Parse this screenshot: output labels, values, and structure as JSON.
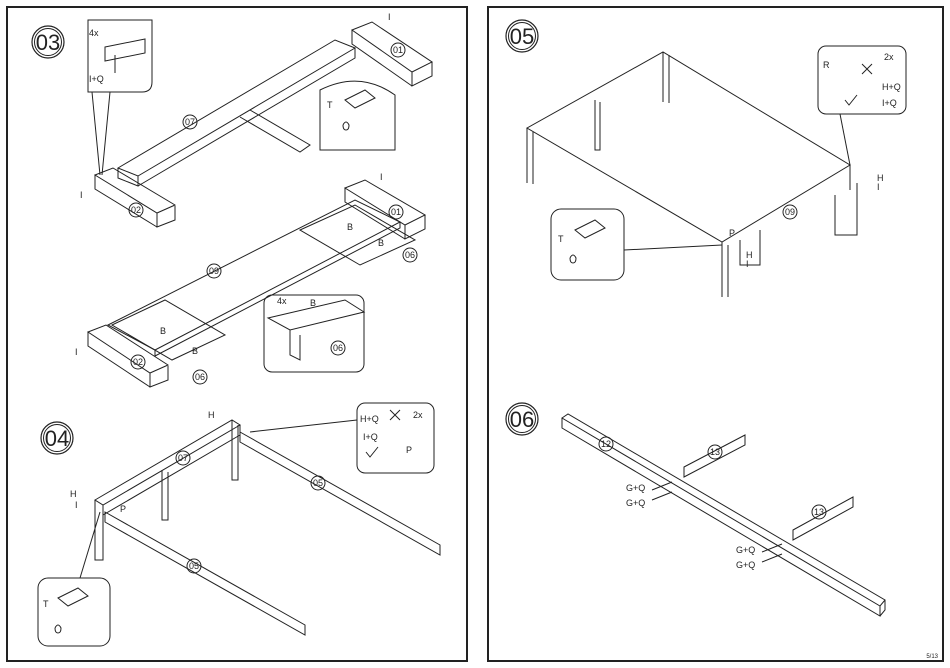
{
  "page_number": "5/13",
  "steps": {
    "s03": {
      "number": "03",
      "qty_callout": "4x",
      "qty_callout_b": "4x",
      "hw_iq": "I+Q",
      "hw_i": "I",
      "hw_b": "B",
      "tool_t": "T",
      "parts": {
        "p01": "01",
        "p02": "02",
        "p06": "06",
        "p07": "07",
        "p09": "09"
      }
    },
    "s04": {
      "number": "04",
      "qty_callout": "2x",
      "hw_hq": "H+Q",
      "hw_iq": "I+Q",
      "hw_h": "H",
      "hw_i": "I",
      "hw_p": "P",
      "tool_t": "T",
      "parts": {
        "p05": "05",
        "p07": "07"
      }
    },
    "s05": {
      "number": "05",
      "qty_callout": "2x",
      "hw_r": "R",
      "hw_hq": "H+Q",
      "hw_iq": "I+Q",
      "hw_h": "H",
      "hw_i": "I",
      "hw_p": "P",
      "tool_t": "T",
      "parts": {
        "p09": "09"
      }
    },
    "s06": {
      "number": "06",
      "hw_gq": "G+Q",
      "parts": {
        "p12": "12",
        "p13": "13"
      }
    }
  }
}
